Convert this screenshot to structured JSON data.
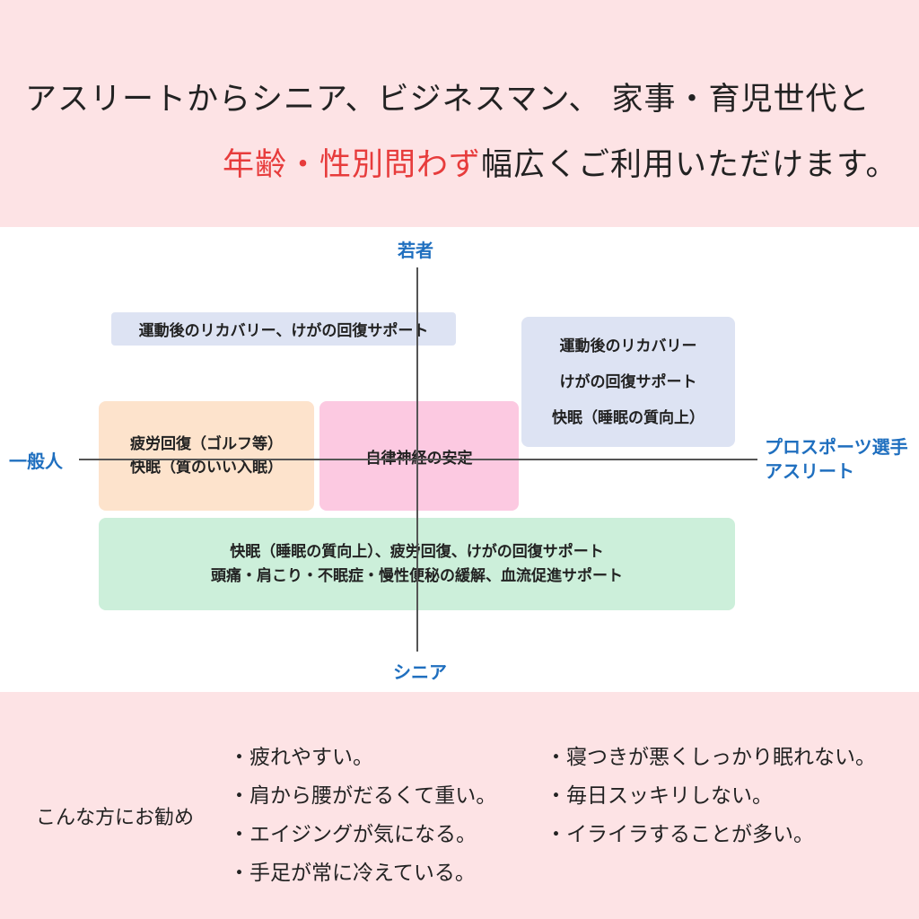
{
  "header": {
    "line1": "アスリートからシニア、ビジネスマン、 家事・育児世代と",
    "line2_highlight": "年齢・性別問わず",
    "line2_rest": "幅広くご利用いただけます。"
  },
  "diagram": {
    "axis_labels": {
      "top": "若者",
      "bottom": "シニア",
      "left": "一般人",
      "right_line1": "プロスポーツ選手",
      "right_line2": "アスリート"
    },
    "boxes": {
      "top_left": "運動後のリカバリー、けがの回復サポート",
      "top_right": [
        "運動後のリカバリー",
        "けがの回復サポート",
        "快眠（睡眠の質向上）"
      ],
      "middle_left": [
        "疲労回復（ゴルフ等）",
        "快眠（質のいい入眠）"
      ],
      "center": "自律神経の安定",
      "bottom": [
        "快眠（睡眠の質向上）、疲労回復、けがの回復サポート",
        "頭痛・肩こり・不眠症・慢性便秘の緩解、血流促進サポート"
      ]
    },
    "colors": {
      "axis_label": "#1f6fbf",
      "blue_box": "#dde3f3",
      "orange_box": "#fde3cc",
      "pink_box": "#fcc9e1",
      "green_box": "#ccefda",
      "highlight": "#e73c3c",
      "band": "#fde3e5"
    }
  },
  "recommend": {
    "title": "こんな方にお勧め",
    "left_items": [
      "・疲れやすい。",
      "・肩から腰がだるくて重い。",
      "・エイジングが気になる。",
      "・手足が常に冷えている。"
    ],
    "right_items": [
      "・寝つきが悪くしっかり眠れない。",
      "・毎日スッキリしない。",
      "・イライラすることが多い。"
    ]
  }
}
